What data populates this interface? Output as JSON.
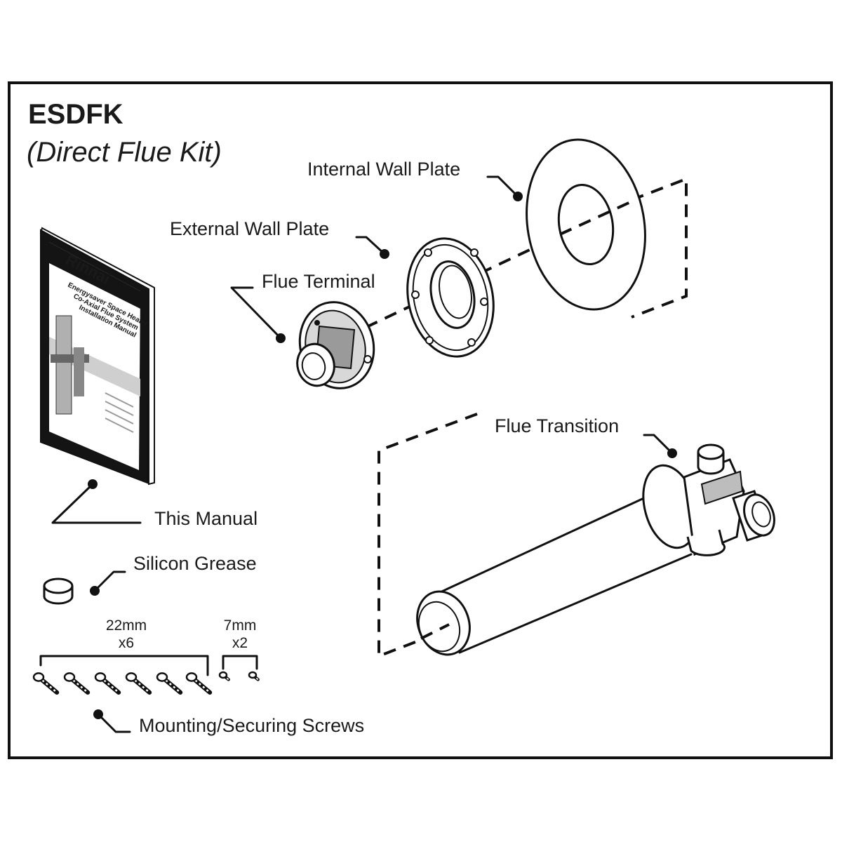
{
  "title": "ESDFK",
  "subtitle": "(Direct Flue Kit)",
  "labels": {
    "internal_wall_plate": "Internal Wall Plate",
    "external_wall_plate": "External Wall Plate",
    "flue_terminal": "Flue Terminal",
    "flue_transition": "Flue Transition",
    "this_manual": "This Manual",
    "silicon_grease": "Silicon Grease",
    "mounting_screws": "Mounting/Securing Screws"
  },
  "screws": {
    "large_size": "22mm",
    "large_qty": "x6",
    "small_size": "7mm",
    "small_qty": "x2"
  },
  "manual_cover": {
    "brand": "Rinnai",
    "line1": "Energysaver Space Heater",
    "line2": "Co-Axial Flue System",
    "line3": "Installation Manual"
  },
  "colors": {
    "line": "#111111",
    "background": "#ffffff",
    "manual_cover": "#141414"
  }
}
